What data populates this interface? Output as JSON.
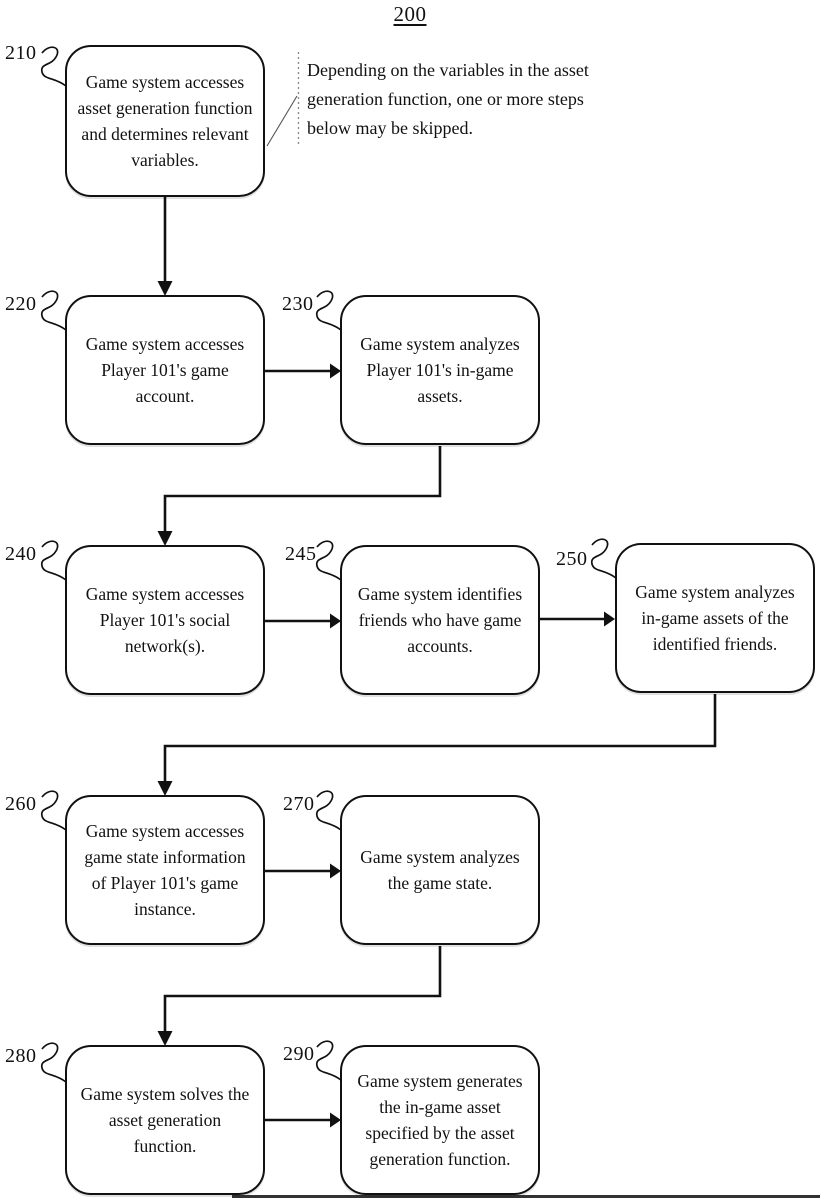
{
  "figure": {
    "number": "200",
    "note": {
      "lines": [
        "Depending on the variables in the asset",
        "generation function, one or more steps",
        "below may be skipped."
      ]
    },
    "steps": [
      {
        "ref": "210",
        "text": "Game system accesses asset generation function and determines relevant variables."
      },
      {
        "ref": "220",
        "text": "Game system accesses Player 101's game account."
      },
      {
        "ref": "230",
        "text": "Game system analyzes Player 101's in-game assets."
      },
      {
        "ref": "240",
        "text": "Game system accesses Player 101's social network(s)."
      },
      {
        "ref": "245",
        "text": "Game system identifies friends who have game accounts."
      },
      {
        "ref": "250",
        "text": "Game system analyzes in-game assets of the identified friends."
      },
      {
        "ref": "260",
        "text": "Game system accesses game state information of Player 101's game instance."
      },
      {
        "ref": "270",
        "text": "Game system analyzes the game state."
      },
      {
        "ref": "280",
        "text": "Game system solves the asset generation function."
      },
      {
        "ref": "290",
        "text": "Game system generates the in-game asset specified by the asset generation function."
      }
    ]
  },
  "colors": {
    "ink": "#111111",
    "paper": "#ffffff",
    "muted_line": "#888888"
  }
}
